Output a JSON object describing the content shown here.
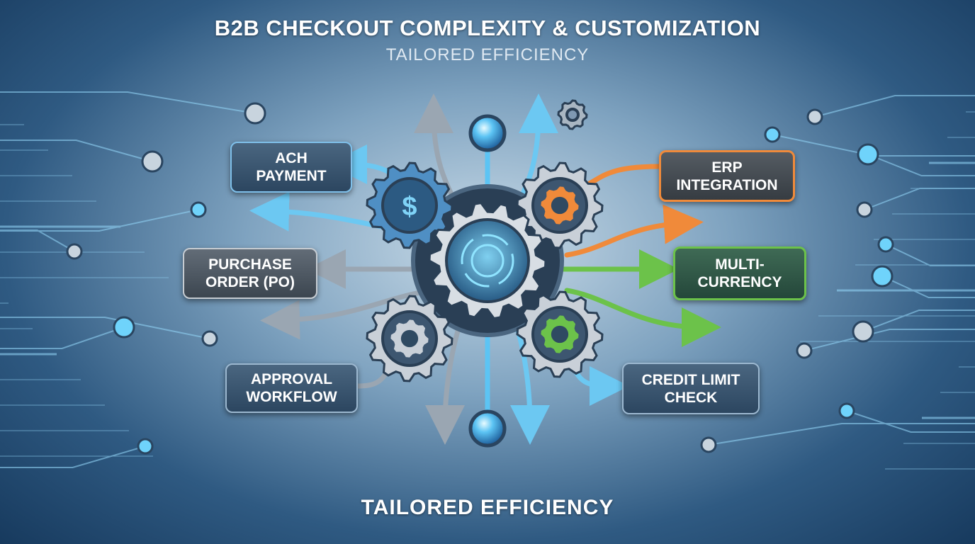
{
  "header": {
    "title": "B2B CHECKOUT COMPLEXITY & CUSTOMIZATION",
    "subtitle": "TAILORED EFFICIENCY"
  },
  "nodes": {
    "left": [
      {
        "label": "ACH PAYMENT",
        "icon": "dollar-gear-icon"
      },
      {
        "label": "PURCHASE ORDER (PO)"
      },
      {
        "label": "APPROVAL WORKFLOW"
      }
    ],
    "right": [
      {
        "label": "ERP INTEGRATION",
        "color": "#f08a3a"
      },
      {
        "label": "MULTI-CURRENCY",
        "color": "#6cc24a"
      },
      {
        "label": "CREDIT LIMIT CHECK"
      }
    ]
  },
  "center": {
    "icon": "central-gear-icon",
    "dollar_symbol": "$"
  },
  "footer": {
    "text": "TAILORED EFFICIENCY"
  },
  "colors": {
    "accent_blue": "#5cc4f4",
    "orange": "#f08a3a",
    "green": "#6cc24a",
    "grey": "#8a96a2"
  }
}
